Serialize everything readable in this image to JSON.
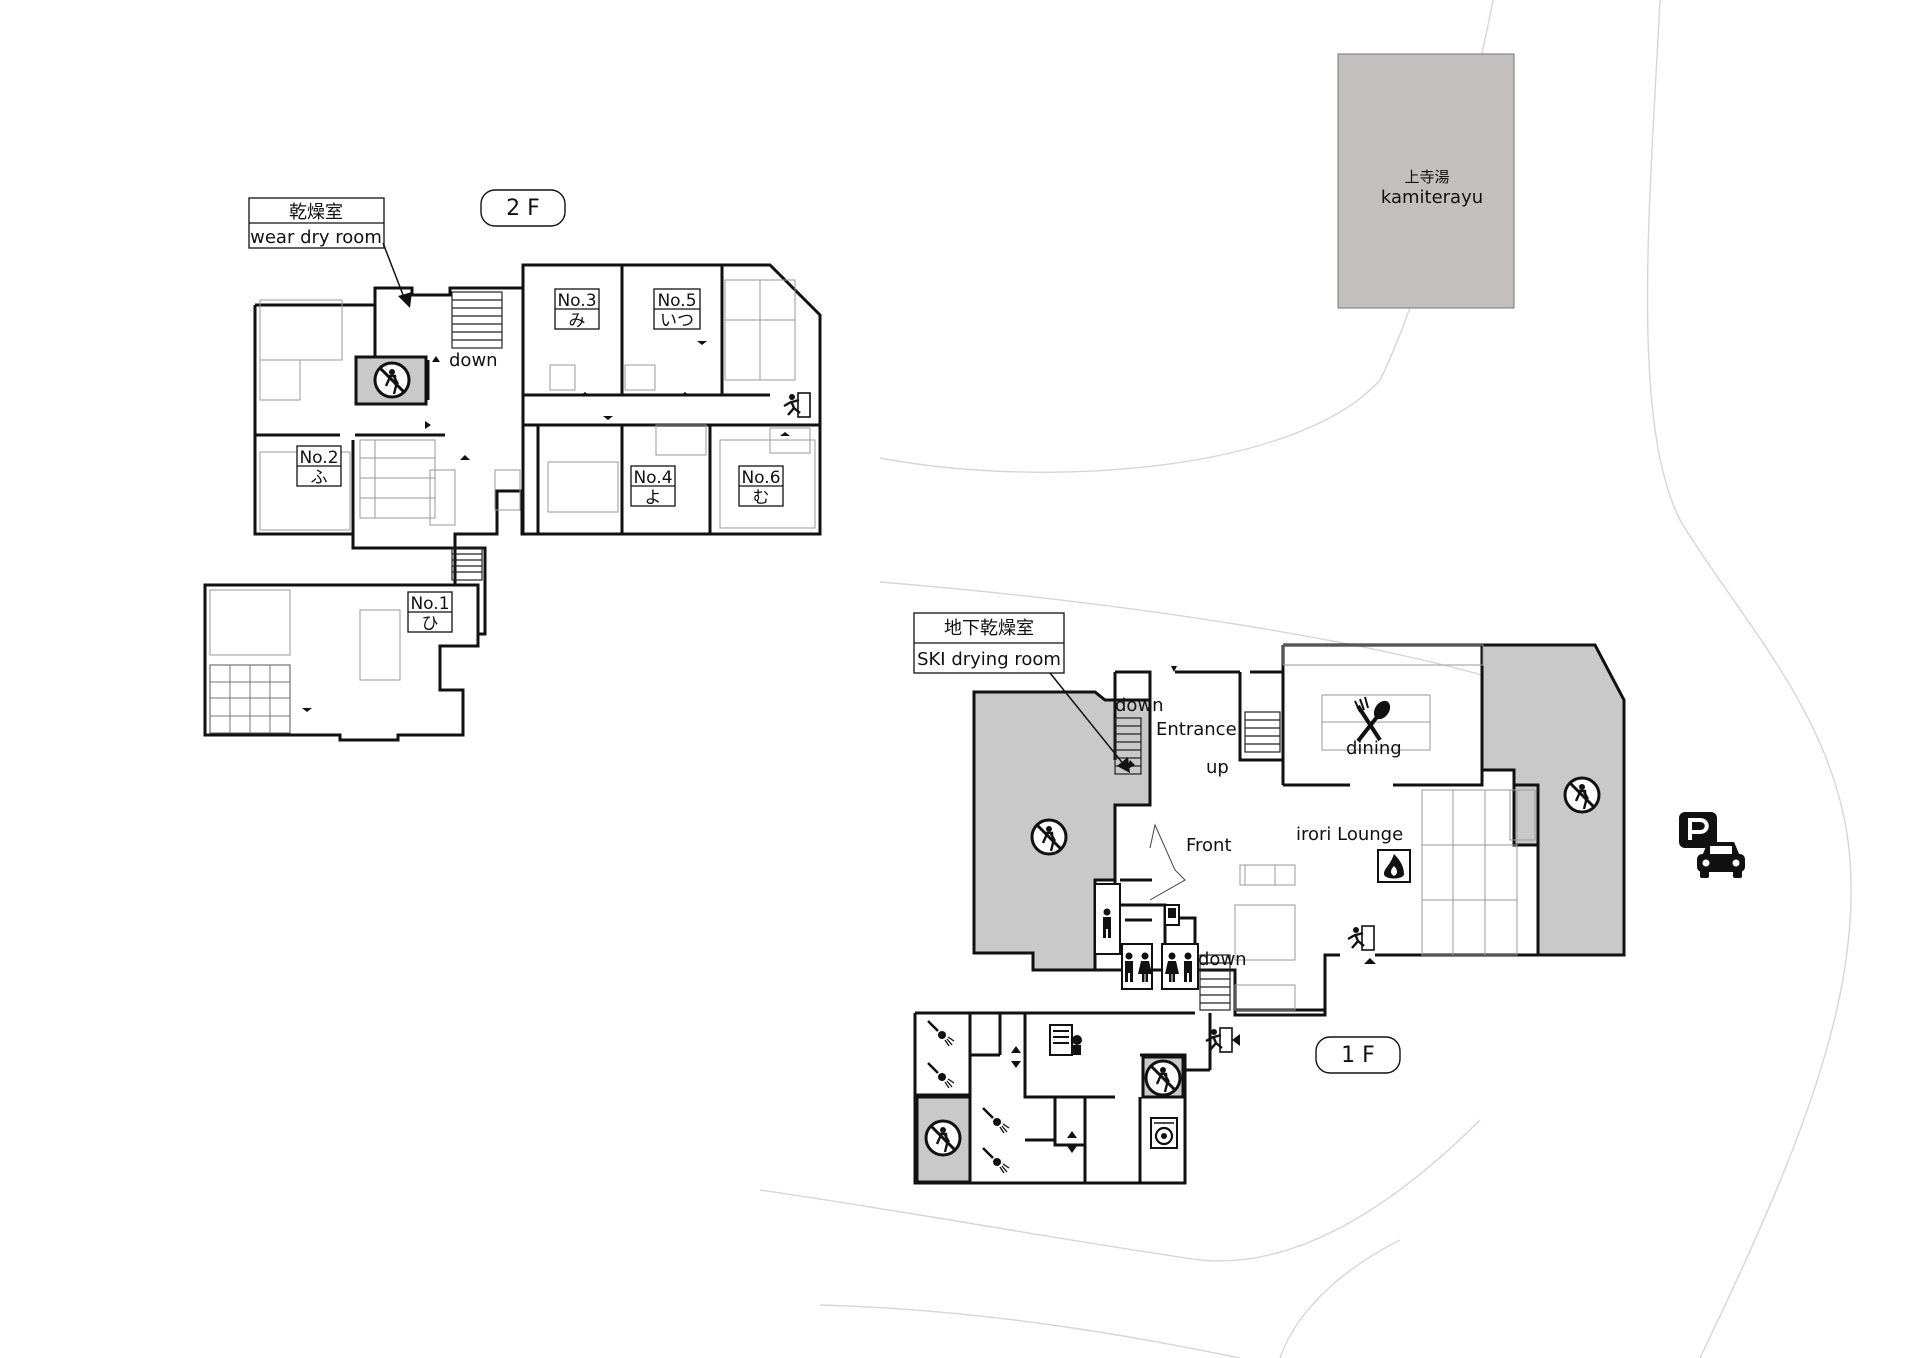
{
  "floor_badges": {
    "second": "2 F",
    "first": "1 F"
  },
  "callouts": {
    "wear_dry_jp": "乾燥室",
    "wear_dry_en": "wear dry room",
    "ski_dry_jp": "地下乾燥室",
    "ski_dry_en": "SKI drying room"
  },
  "rooms": [
    {
      "no": "No.1",
      "kana": "ひ"
    },
    {
      "no": "No.2",
      "kana": "ふ"
    },
    {
      "no": "No.3",
      "kana": "み"
    },
    {
      "no": "No.4",
      "kana": "よ"
    },
    {
      "no": "No.5",
      "kana": "いつ"
    },
    {
      "no": "No.6",
      "kana": "む"
    }
  ],
  "labels": {
    "down_2f": "down",
    "down_1f": "down",
    "down_basement": "down",
    "entrance": "Entrance",
    "up": "up",
    "dining": "dining",
    "front": "Front",
    "irori_lounge": "irori Lounge"
  },
  "kamiterayu": {
    "jp": "上寺湯",
    "en": "kamiterayu"
  },
  "icons": {
    "no_smoking": "no-smoking-icon",
    "exit": "emergency-exit-icon",
    "parking": "parking-icon",
    "car": "car-icon",
    "dining": "fork-spoon-icon",
    "fireplace": "fire-icon",
    "toilet": "restroom-icon",
    "shower": "shower-icon",
    "washer": "washing-machine-icon",
    "vending": "vending-machine-icon",
    "elevator": "elevator-icon"
  },
  "colors": {
    "restricted": "#c9c9c9",
    "wall": "#111111",
    "kamiterayu_fill": "#c2bfbe"
  }
}
